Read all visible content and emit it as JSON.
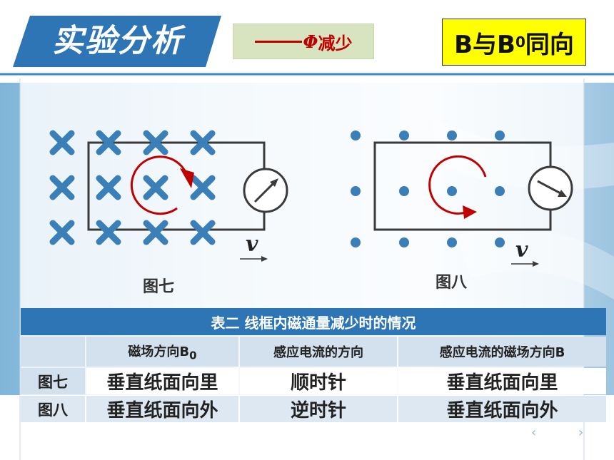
{
  "header": {
    "title": "实验分析",
    "subtitle_dash": "——",
    "subtitle_symbol": "Φ",
    "subtitle_text": "减少",
    "tag_prefix": "B与B",
    "tag_sub": "0",
    "tag_suffix": "同向"
  },
  "figures": {
    "fig7": {
      "label": "图七",
      "velocity": "v",
      "field_symbol": "×",
      "loop_direction": "clockwise"
    },
    "fig8": {
      "label": "图八",
      "velocity": "v",
      "field_symbol": "•",
      "loop_direction": "counterclockwise"
    }
  },
  "table": {
    "caption": "表二  线框内磁通量减少时的情况",
    "headers": [
      "",
      "磁场方向B",
      "感应电流的方向",
      "感应电流的磁场方向B"
    ],
    "header_sub": "0",
    "rows": [
      [
        "图七",
        "垂直纸面向里",
        "顺时针",
        "垂直纸面向里"
      ],
      [
        "图八",
        "垂直纸面向外",
        "逆时针",
        "垂直纸面向外"
      ]
    ]
  },
  "nav": {
    "prev": "‹",
    "next": "›"
  },
  "colors": {
    "accent_blue": "#2e75b6",
    "mark_blue": "#3a7fb8",
    "loop_red": "#c00000",
    "tag_yellow": "#ffff00",
    "subtitle_green": "#d8e4bf"
  }
}
